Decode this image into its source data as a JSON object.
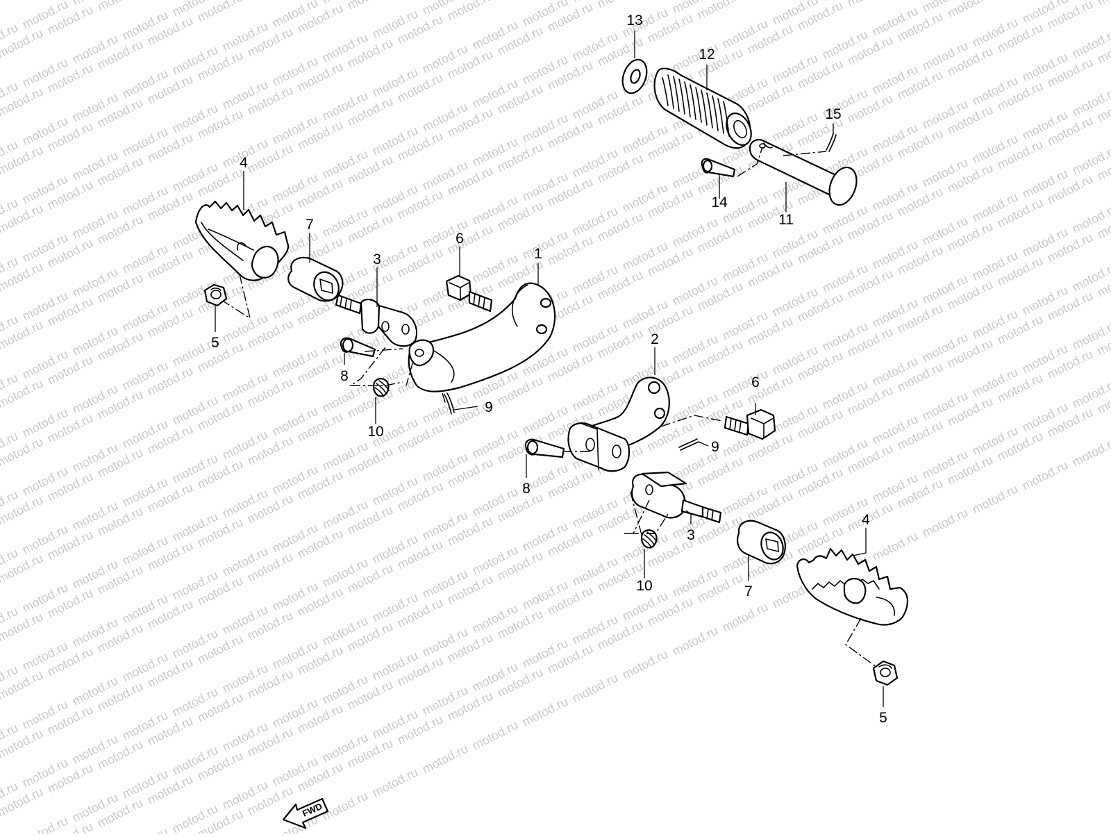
{
  "watermark": {
    "text": "motod.ru",
    "color": "#c9c9c9"
  },
  "fwd_label": "FWD",
  "callouts": {
    "c1": "1",
    "c2": "2",
    "c3a": "3",
    "c3b": "3",
    "c4a": "4",
    "c4b": "4",
    "c5a": "5",
    "c5b": "5",
    "c6a": "6",
    "c6b": "6",
    "c7a": "7",
    "c7b": "7",
    "c8a": "8",
    "c8b": "8",
    "c9a": "9",
    "c9b": "9",
    "c10a": "10",
    "c10b": "10",
    "c11": "11",
    "c12": "12",
    "c13": "13",
    "c14": "14",
    "c15": "15"
  },
  "colors": {
    "line": "#000000",
    "background": "#ffffff"
  }
}
